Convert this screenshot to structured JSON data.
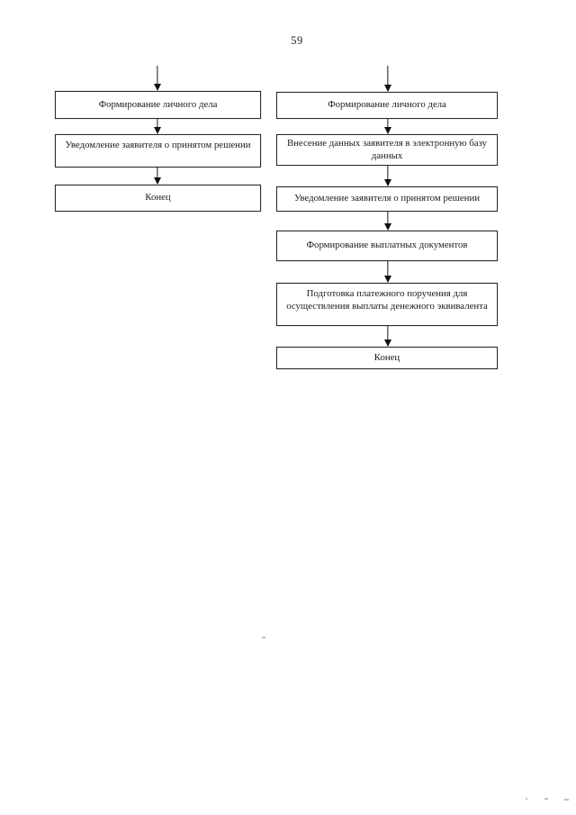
{
  "page": {
    "number": "59"
  },
  "flowchart": {
    "left": {
      "boxes": [
        {
          "label": "Формирование личного дела"
        },
        {
          "label": "Уведомление заявителя о принятом решении"
        },
        {
          "label": "Конец"
        }
      ]
    },
    "right": {
      "boxes": [
        {
          "label": "Формирование личного дела"
        },
        {
          "label": "Внесение данных заявителя в электронную базу данных"
        },
        {
          "label": "Уведомление заявителя о принятом решении"
        },
        {
          "label": "Формирование выплатных документов"
        },
        {
          "label": "Подготовка платежного поручения для осуществления выплаты денежного эквивалента"
        },
        {
          "label": "Конец"
        }
      ]
    }
  },
  "colors": {
    "page_background": "#ffffff",
    "box_border": "#2b2b2b",
    "arrow": "#1a1a1a",
    "text": "#1c1c1c"
  }
}
